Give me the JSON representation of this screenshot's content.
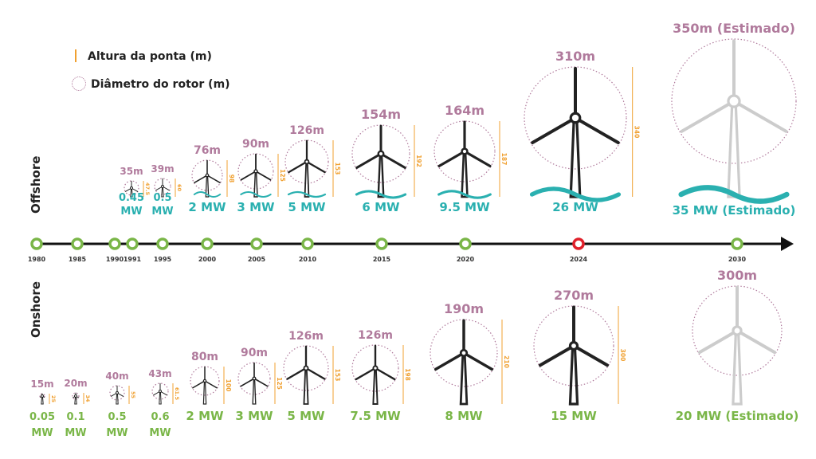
{
  "legend": {
    "tip_height": "Altura da ponta (m)",
    "rotor_diameter": "Diâmetro do rotor (m)"
  },
  "sections": {
    "offshore": "Offshore",
    "onshore": "Onshore"
  },
  "colors": {
    "diameter": "#b07a9c",
    "height": "#f0a030",
    "offshore_power": "#2ab0b0",
    "onshore_power": "#7ab648",
    "timeline": "#7ab648",
    "timeline_current": "#e0202a",
    "turbine_historic": "#222222",
    "turbine_estimated": "#cccccc"
  },
  "timeline": [
    {
      "label": "1980"
    },
    {
      "label": "1985"
    },
    {
      "label": "1990"
    },
    {
      "label": "1991"
    },
    {
      "label": "1995"
    },
    {
      "label": "2000"
    },
    {
      "label": "2005"
    },
    {
      "label": "2010"
    },
    {
      "label": "2015"
    },
    {
      "label": "2020"
    },
    {
      "label": "2024",
      "current": true
    },
    {
      "label": "2030"
    }
  ],
  "offshore": [
    {
      "diameter": "35m",
      "height": "47.5",
      "power": [
        "0.45",
        "MW"
      ]
    },
    {
      "diameter": "39m",
      "height": "60",
      "power": [
        "0.5",
        "MW"
      ]
    },
    {
      "diameter": "76m",
      "height": "98",
      "power": [
        "2 MW"
      ]
    },
    {
      "diameter": "90m",
      "height": "125",
      "power": [
        "3 MW"
      ]
    },
    {
      "diameter": "126m",
      "height": "153",
      "power": [
        "5 MW"
      ]
    },
    {
      "diameter": "154m",
      "height": "192",
      "power": [
        "6 MW"
      ]
    },
    {
      "diameter": "164m",
      "height": "187",
      "power": [
        "9.5 MW"
      ]
    },
    {
      "diameter": "310m",
      "height": "340",
      "power": [
        "26 MW"
      ]
    },
    {
      "diameter": "350m (Estimado)",
      "height": "",
      "power": [
        "35 MW (Estimado)"
      ],
      "estimated": true
    }
  ],
  "onshore": [
    {
      "diameter": "15m",
      "height": "25",
      "power": [
        "0.05",
        "MW"
      ]
    },
    {
      "diameter": "20m",
      "height": "34",
      "power": [
        "0.1",
        "MW"
      ]
    },
    {
      "diameter": "40m",
      "height": "55",
      "power": [
        "0.5",
        "MW"
      ]
    },
    {
      "diameter": "43m",
      "height": "61.5",
      "power": [
        "0.6",
        "MW"
      ]
    },
    {
      "diameter": "80m",
      "height": "100",
      "power": [
        "2 MW"
      ]
    },
    {
      "diameter": "90m",
      "height": "125",
      "power": [
        "3 MW"
      ]
    },
    {
      "diameter": "126m",
      "height": "153",
      "power": [
        "5 MW"
      ]
    },
    {
      "diameter": "126m",
      "height": "198",
      "power": [
        "7.5 MW"
      ]
    },
    {
      "diameter": "190m",
      "height": "210",
      "power": [
        "8 MW"
      ]
    },
    {
      "diameter": "270m",
      "height": "300",
      "power": [
        "15 MW"
      ]
    },
    {
      "diameter": "300m",
      "height": "",
      "power": [
        "20 MW (Estimado)"
      ],
      "estimated": true
    }
  ]
}
